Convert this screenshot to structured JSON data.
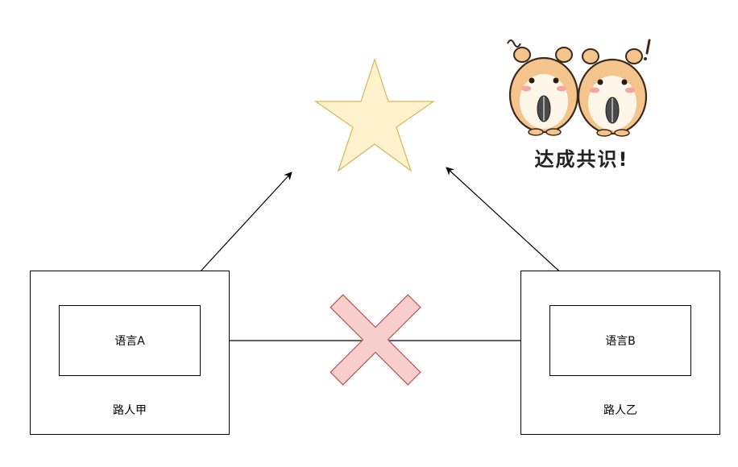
{
  "diagram": {
    "person_a": {
      "name": "路人甲",
      "language": "语言A"
    },
    "person_b": {
      "name": "路人乙",
      "language": "语言B"
    },
    "sticker": {
      "caption": "达成共识!",
      "icon": "two-hamsters-icon"
    },
    "icons": {
      "goal": "star-icon",
      "blocked": "cross-icon"
    },
    "colors": {
      "star_fill": "#fff2cc",
      "star_stroke": "#d6b656",
      "cross_fill": "#f8cecc",
      "cross_stroke": "#b85450",
      "line": "#000000"
    }
  }
}
